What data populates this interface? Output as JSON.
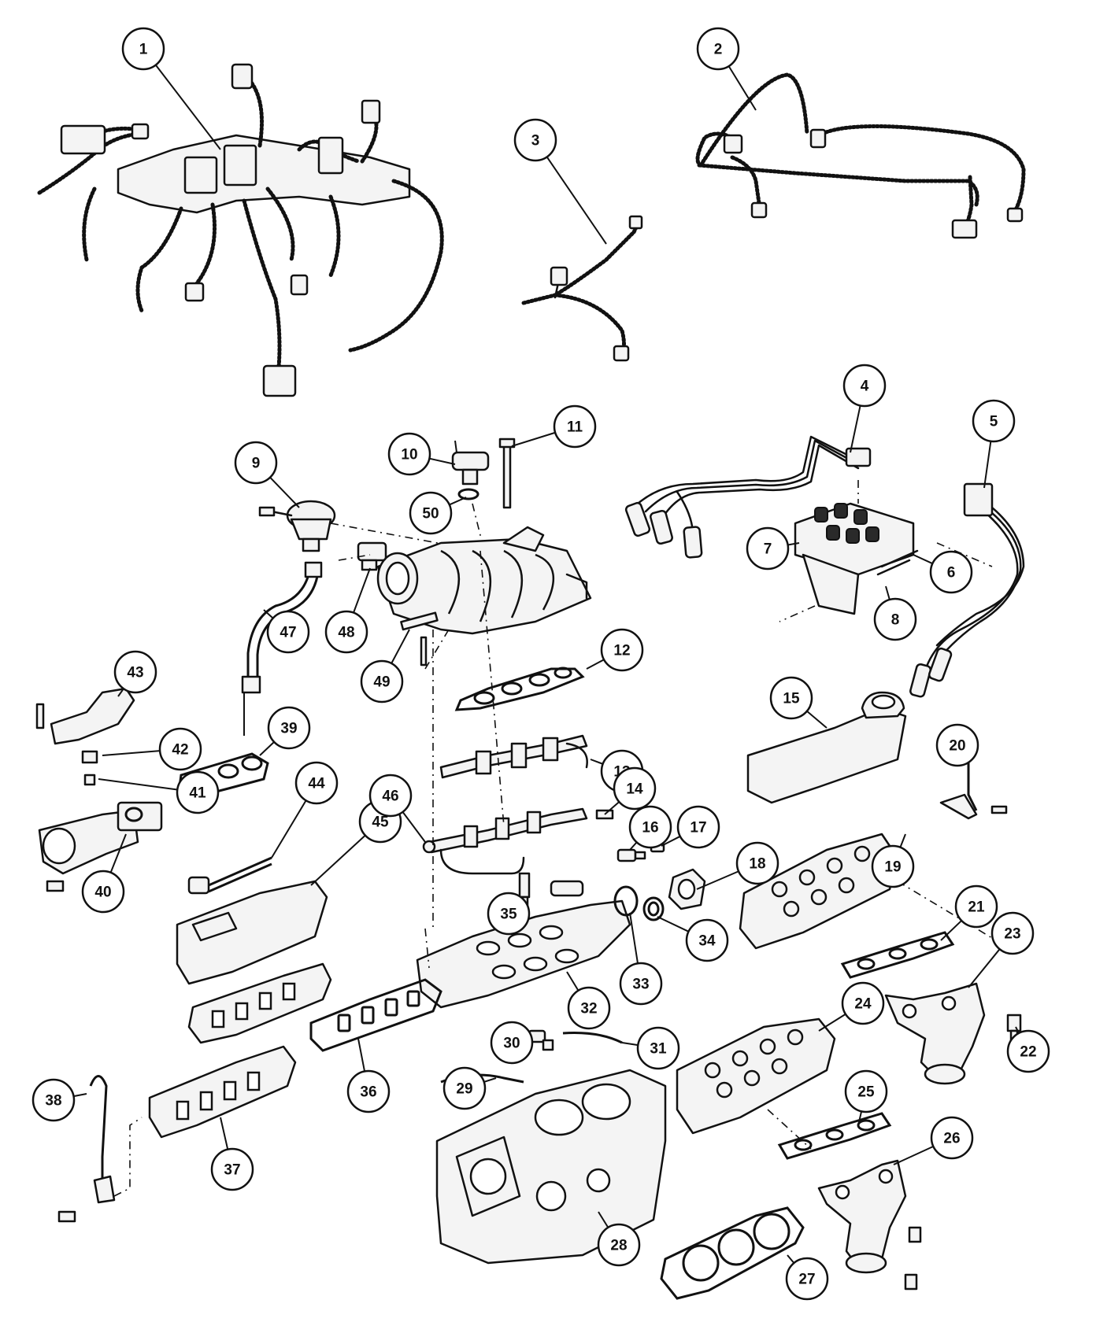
{
  "diagram": {
    "style": {
      "line_color": "#111111",
      "fill_color": "#f4f4f4",
      "background": "#ffffff"
    },
    "callouts": [
      {
        "label": "1"
      },
      {
        "label": "2"
      },
      {
        "label": "3"
      },
      {
        "label": "4"
      },
      {
        "label": "5"
      },
      {
        "label": "6"
      },
      {
        "label": "7"
      },
      {
        "label": "8"
      },
      {
        "label": "9"
      },
      {
        "label": "10"
      },
      {
        "label": "11"
      },
      {
        "label": "12"
      },
      {
        "label": "13"
      },
      {
        "label": "14"
      },
      {
        "label": "15"
      },
      {
        "label": "16"
      },
      {
        "label": "17"
      },
      {
        "label": "18"
      },
      {
        "label": "19"
      },
      {
        "label": "20"
      },
      {
        "label": "21"
      },
      {
        "label": "22"
      },
      {
        "label": "23"
      },
      {
        "label": "24"
      },
      {
        "label": "25"
      },
      {
        "label": "26"
      },
      {
        "label": "27"
      },
      {
        "label": "28"
      },
      {
        "label": "29"
      },
      {
        "label": "30"
      },
      {
        "label": "31"
      },
      {
        "label": "32"
      },
      {
        "label": "33"
      },
      {
        "label": "34"
      },
      {
        "label": "35"
      },
      {
        "label": "36"
      },
      {
        "label": "37"
      },
      {
        "label": "38"
      },
      {
        "label": "39"
      },
      {
        "label": "40"
      },
      {
        "label": "41"
      },
      {
        "label": "42"
      },
      {
        "label": "43"
      },
      {
        "label": "44"
      },
      {
        "label": "45"
      },
      {
        "label": "46"
      },
      {
        "label": "47"
      },
      {
        "label": "48"
      },
      {
        "label": "49"
      },
      {
        "label": "50"
      }
    ]
  }
}
